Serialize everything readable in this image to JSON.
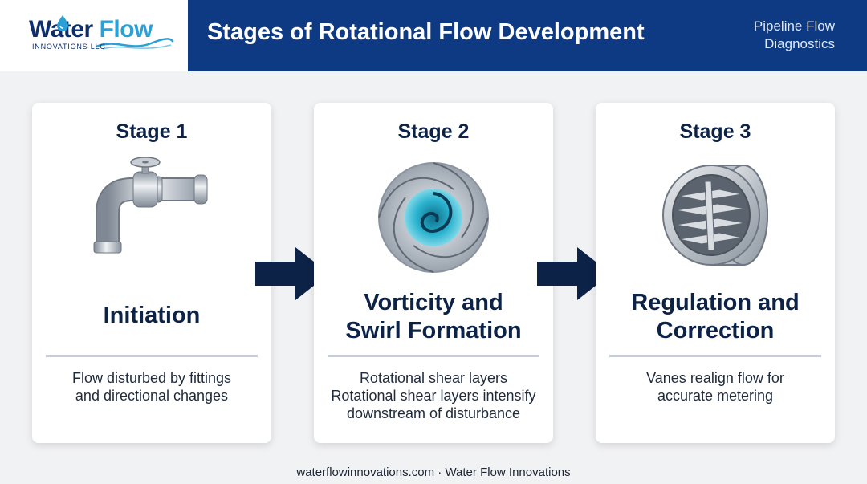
{
  "brand": {
    "name_part1": "Water",
    "name_part2": "Flow",
    "subtitle": "INNOVATIONS LLC",
    "accent_dark": "#0e2f6b",
    "accent_light": "#2aa0d6"
  },
  "header": {
    "title": "Stages of Rotational Flow Development",
    "subtitle_line1": "Pipeline Flow",
    "subtitle_line2": "Diagnostics",
    "background": "#0d3a82"
  },
  "stages": [
    {
      "label": "Stage 1",
      "title_line1": "Initiation",
      "title_line2": "",
      "icon": "pipe-elbow-valve-icon",
      "desc_line1": "Flow disturbed by fittings",
      "desc_line2": "and directional changes",
      "desc_line3": ""
    },
    {
      "label": "Stage 2",
      "title_line1": "Vorticity and",
      "title_line2": "Swirl Formation",
      "icon": "swirl-vortex-icon",
      "desc_line1": "Rotational shear layers",
      "desc_line2": "Rotational shear layers intensify",
      "desc_line3": "downstream of disturbance"
    },
    {
      "label": "Stage 3",
      "title_line1": "Regulation and",
      "title_line2": "Correction",
      "icon": "flow-conditioner-vanes-icon",
      "desc_line1": "Vanes realign flow for",
      "desc_line2": "accurate metering",
      "desc_line3": ""
    }
  ],
  "arrows": {
    "color": "#0c2247"
  },
  "footer": {
    "text": "waterflowinnovations.com · Water Flow Innovations"
  }
}
